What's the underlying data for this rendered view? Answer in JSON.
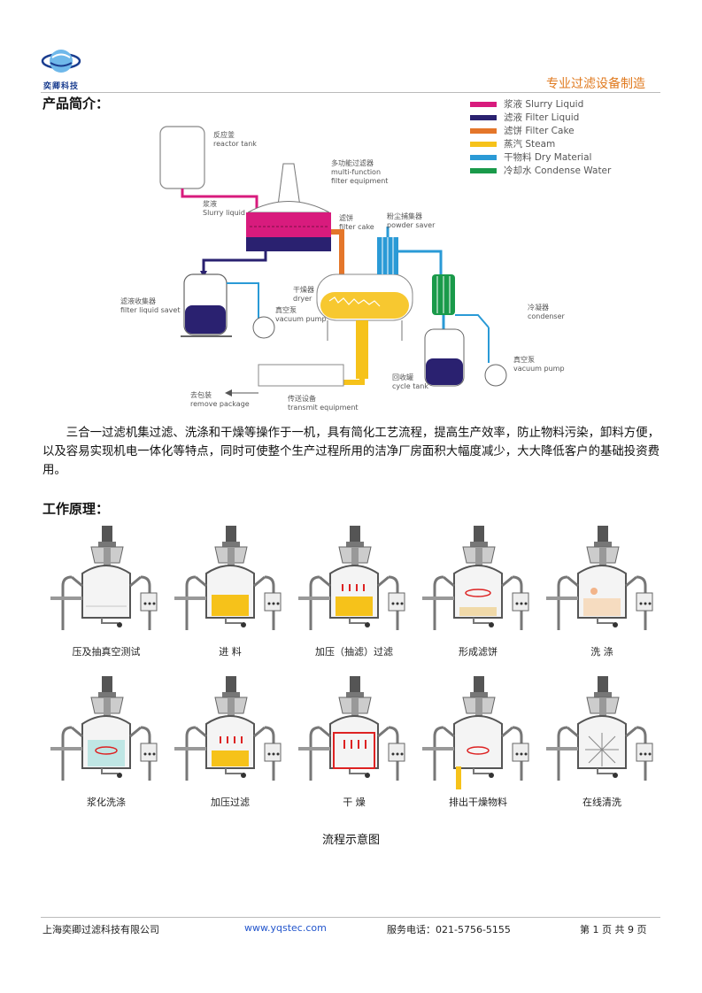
{
  "header": {
    "logo_text": "奕卿科技",
    "tagline": "专业过滤设备制造"
  },
  "intro": {
    "title": "产品简介：",
    "paragraph": "三合一过滤机集过滤、洗涤和干燥等操作于一机，具有简化工艺流程，提高生产效率，防止物料污染，卸料方便，以及容易实现机电一体化等特点，同时可使整个生产过程所用的洁净厂房面积大幅度减少，大大降低客户的基础投资费用。"
  },
  "legend": [
    {
      "label": "浆液 Slurry Liquid",
      "color": "#d81b7d"
    },
    {
      "label": "滤液 Filter Liquid",
      "color": "#2a2170"
    },
    {
      "label": "滤饼 Filter Cake",
      "color": "#e4762a"
    },
    {
      "label": "蒸汽 Steam",
      "color": "#f6c21a"
    },
    {
      "label": "干物料 Dry Material",
      "color": "#2a9ad6"
    },
    {
      "label": "冷却水 Condense Water",
      "color": "#1a9a4a"
    }
  ],
  "diagram_labels": {
    "reactor_cn": "反应釜",
    "reactor_en": "reactor tank",
    "slurry_cn": "浆液",
    "slurry_en": "Slurry liquid",
    "mff_cn": "多功能过滤器",
    "mff_en1": "multi-function",
    "mff_en2": "filter equipment",
    "cake_cn": "滤饼",
    "cake_en": "filter cake",
    "powder_cn": "粉尘捕集器",
    "powder_en": "powder saver",
    "fls_cn": "滤液收集器",
    "fls_en": "filter liquid savet",
    "dryer_cn": "干燥器",
    "dryer_en": "dryer",
    "vac1_cn": "真空泵",
    "vac1_en": "vacuum pump",
    "cond_cn": "冷凝器",
    "cond_en": "condenser",
    "vac2_cn": "真空泵",
    "vac2_en": "vacuum pump",
    "cycle_cn": "回收罐",
    "cycle_en": "cycle tank",
    "transmit_cn": "传送设备",
    "transmit_en": "transmit equipment",
    "remove_cn": "去包装",
    "remove_en": "remove package"
  },
  "principle": {
    "title": "工作原理：",
    "steps_row1": [
      "压及抽真空测试",
      "进 料",
      "加压（抽滤）过滤",
      "形成滤饼",
      "洗 涤"
    ],
    "steps_row2": [
      "浆化洗涤",
      "加压过滤",
      "干 燥",
      "排出干燥物料",
      "在线清洗"
    ],
    "caption": "流程示意图"
  },
  "footer": {
    "company": "上海奕卿过滤科技有限公司",
    "website": "www.yqstec.com",
    "phone": "服务电话：021-5756-5155",
    "page": "第 1 页 共 9 页"
  }
}
